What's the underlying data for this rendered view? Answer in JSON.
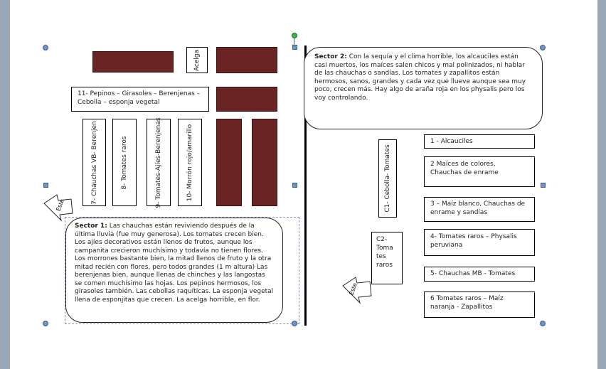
{
  "sector1": {
    "acelga": "Acelga",
    "row11": "11- Pepinos – Girasoles – Berenjenas – Cebolla – esponja vegetal",
    "col7": "7- Chauchas VB- Berenjen",
    "col8": "8- Tomates raros",
    "col9": "9- Tomates-Ajíes-Berenjenas",
    "col10": "10- Morrón rojo/amarillo",
    "arrow": "Este",
    "note_title": "Sector 1:",
    "note_body": " Las chauchas están reviviendo después de la última lluvia (fue muy generosa). Los tomates crecen bien. Los ajíes decorativos están llenos de frutos, aunque los campanita crecieron muchísimo y todavía no tienen flores. Los morrones bastante bien, la mitad llenos de fruto y la otra mitad recién con flores, pero todos grandes (1 m altura) Las berenjenas bien, aunque llenas de chinches y las langostas se comen muchísimo las hojas. Los pepinos hermosos, los girasoles también. Las cebollas raquíticas. La esponja vegetal llena de esponjitas que crecen. La acelga horrible, en flor."
  },
  "sector2": {
    "note_title": "Sector 2:",
    "note_body": " Con la sequía y el clima horrible, los alcauciles están casi muertos, los maíces salen chicos y mal polinizados, ni hablar de las chauchas o sandías. Los tomates y zapallitos están hermosos, sanos, grandes y cada vez que llueve aunque sea muy poco, crecen más. Hay algo de araña roja en los physalis pero los voy controlando.",
    "c1": "C1- Cebolla- Tomates",
    "c2": "C2- Toma tes raros",
    "arrow": "Este",
    "rows": [
      "1 - Alcauciles",
      "2    Maíces de colores, Chauchas de enrame",
      "3 – Maíz blanco, Chauchas de enrame y sandías",
      "4- Tomates raros – Physalis peruviana",
      "5- Chauchas MB - Tomates",
      "6  Tomates raros – Maíz naranja - Zapallitos"
    ]
  }
}
